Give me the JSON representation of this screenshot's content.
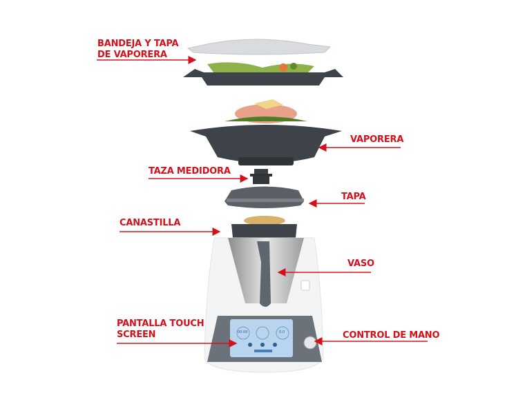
{
  "labels": {
    "bandeja_line1": "BANDEJA Y TAPA",
    "bandeja_line2": "DE VAPORERA",
    "vaporera": "VAPORERA",
    "taza": "TAZA MEDIDORA",
    "tapa": "TAPA",
    "canastilla": "CANASTILLA",
    "vaso": "VASO",
    "pantalla_line1": "PANTALLA TOUCH",
    "pantalla_line2": "SCREEN",
    "control": "CONTROL DE MANO"
  },
  "screen": {
    "timer": "00:00",
    "weight": "0.0"
  },
  "colors": {
    "label": "#d4111b",
    "dark_part": "#3d4349",
    "body": "#f3f4f6",
    "screen": "#b8d4ef"
  }
}
